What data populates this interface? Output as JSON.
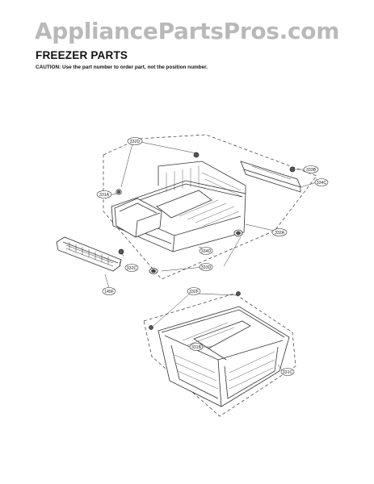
{
  "watermark": "AppliancePartsPros.com",
  "title": "FREEZER PARTS",
  "caution": "CAUTION: Use the part number to order part, not the position number.",
  "callouts": {
    "c332d": "332D",
    "c331a": "331A",
    "c333b": "333B",
    "c334c": "334C",
    "c332a": "332A",
    "c334d": "334D",
    "c333d": "333D",
    "c145f": "145F",
    "c332c": "332C",
    "c332f": "332F",
    "c331b": "331B",
    "c331c": "331C"
  }
}
